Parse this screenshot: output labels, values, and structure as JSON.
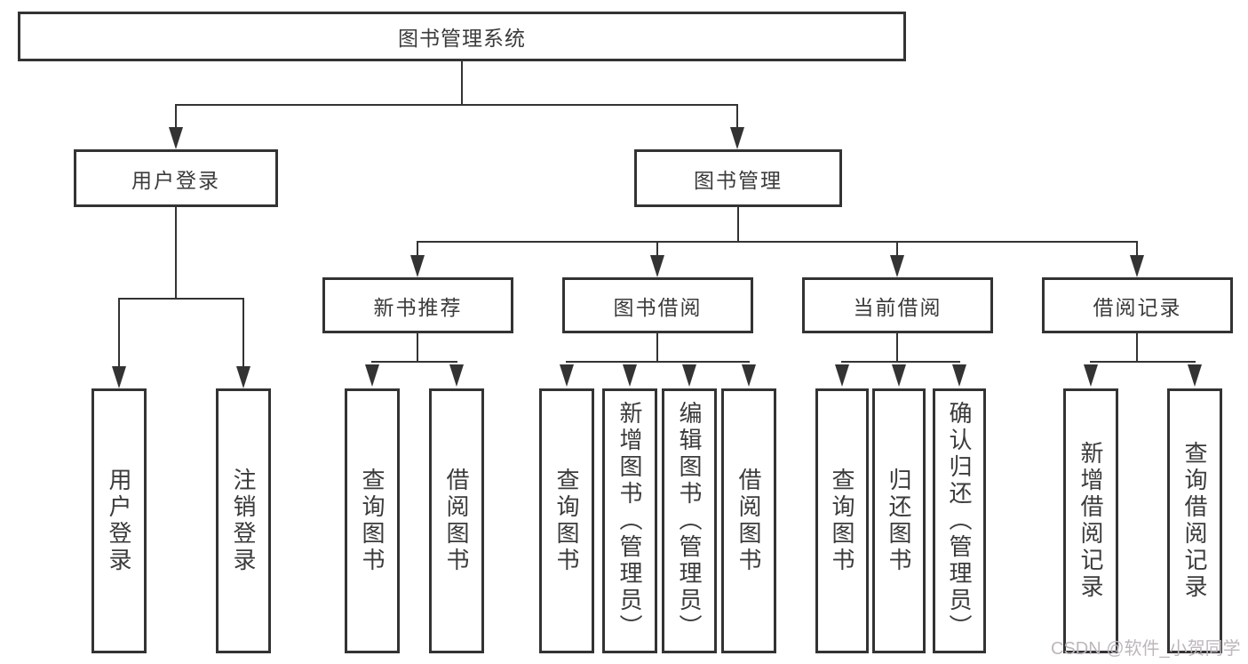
{
  "diagram": {
    "root": {
      "label": "图书管理系统"
    },
    "level2": [
      {
        "label": "用户登录",
        "children": [
          "用户登录",
          "注销登录"
        ]
      },
      {
        "label": "图书管理"
      }
    ],
    "level3": [
      {
        "label": "新书推荐",
        "children": [
          "查询图书",
          "借阅图书"
        ]
      },
      {
        "label": "图书借阅",
        "children": [
          "查询图书",
          "新增图书（管理员）",
          "编辑图书（管理员）",
          "借阅图书"
        ]
      },
      {
        "label": "当前借阅",
        "children": [
          "查询图书",
          "归还图书",
          "确认归还（管理员）"
        ]
      },
      {
        "label": "借阅记录",
        "children": [
          "新增借阅记录",
          "查询借阅记录"
        ]
      }
    ],
    "watermark": "CSDN @软件_小贺同学"
  },
  "colors": {
    "line": "#333333",
    "text": "#3b3b3b",
    "background": "#ffffff",
    "watermark": "#bdb7bb"
  }
}
